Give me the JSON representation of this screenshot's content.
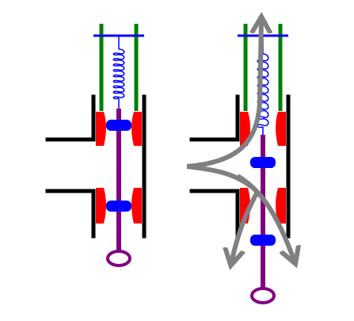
{
  "diagram": {
    "panels": [
      {
        "name": "valve-closed",
        "state": "closed",
        "flow_arrows": false
      },
      {
        "name": "valve-open",
        "state": "open",
        "flow_arrows": true
      }
    ],
    "colors": {
      "housing": "#000000",
      "seat": "#ff0000",
      "guide_rod": "#008000",
      "spring": "#0000ff",
      "crossbar": "#0000ff",
      "stem": "#800080",
      "piston_disk": "#0000ff",
      "flow_arrow": "#808080",
      "background": "#ffffff"
    }
  }
}
